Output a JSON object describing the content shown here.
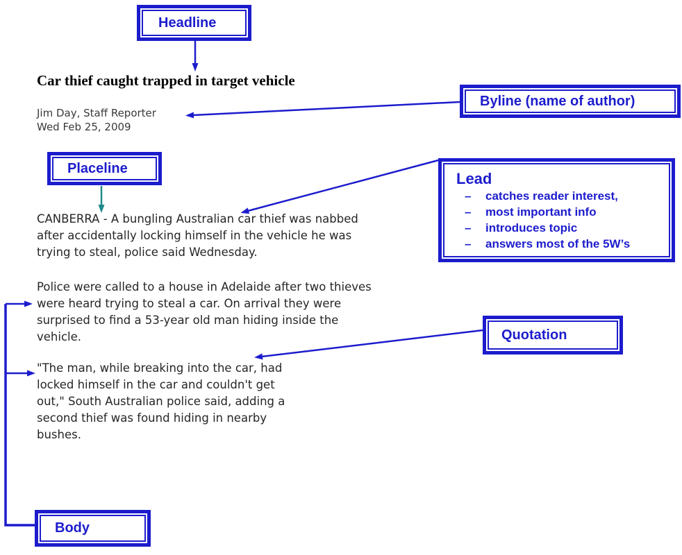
{
  "colors": {
    "accent_blue": "#1c1ccd",
    "placeline_arrow_teal": "#1f8a8a",
    "article_text": "#262626",
    "byline_text": "#3a3a3a"
  },
  "boxes": {
    "headline": {
      "label": "Headline"
    },
    "byline": {
      "label": "Byline (name of author)"
    },
    "placeline": {
      "label": "Placeline"
    },
    "lead": {
      "title": "Lead",
      "bullet_char": "–",
      "items": [
        "catches reader interest,",
        "most important info",
        "introduces topic",
        "answers most of the 5W’s"
      ]
    },
    "quotation": {
      "label": "Quotation"
    },
    "body": {
      "label": "Body"
    }
  },
  "article": {
    "headline": "Car thief caught trapped in target vehicle",
    "byline_lines": [
      "Jim Day, Staff Reporter",
      "Wed Feb 25, 2009"
    ],
    "paragraphs": {
      "lead": [
        "CANBERRA - A bungling Australian car thief was nabbed",
        "after accidentally locking himself in the vehicle he was",
        "trying to steal, police said Wednesday."
      ],
      "second": [
        "Police were called to a house in Adelaide after two thieves",
        "were heard trying to steal a car. On arrival they were",
        "surprised to find a 53-year old man hiding inside the",
        "vehicle."
      ],
      "quote": [
        "\"The man, while breaking into the car, had",
        "locked himself in the car and couldn't get",
        "out,\" South Australian police said, adding a",
        "second thief was found hiding in nearby",
        "bushes."
      ]
    }
  }
}
